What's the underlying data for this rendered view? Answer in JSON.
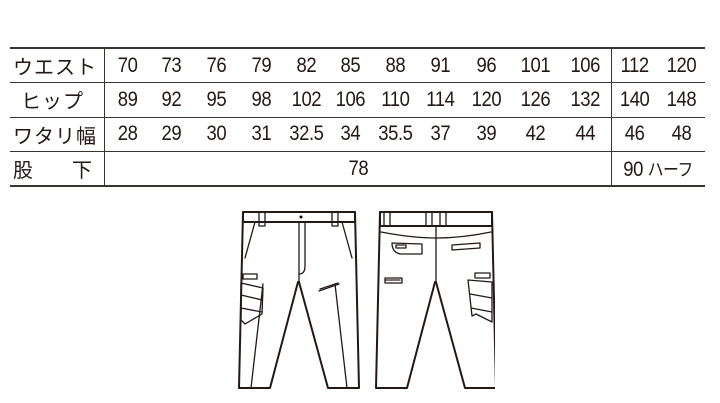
{
  "size_table": {
    "rows": [
      {
        "label": "ウエスト",
        "values": [
          "70",
          "73",
          "76",
          "79",
          "82",
          "85",
          "88",
          "91",
          "96",
          "101",
          "106"
        ],
        "extra_values": [
          "112",
          "120"
        ]
      },
      {
        "label": "ヒップ",
        "values": [
          "89",
          "92",
          "95",
          "98",
          "102",
          "106",
          "110",
          "114",
          "120",
          "126",
          "132"
        ],
        "extra_values": [
          "140",
          "148"
        ]
      },
      {
        "label": "ワタリ幅",
        "values": [
          "28",
          "29",
          "30",
          "31",
          "32.5",
          "34",
          "35.5",
          "37",
          "39",
          "42",
          "44"
        ],
        "extra_values": [
          "46",
          "48"
        ]
      },
      {
        "label_parts": [
          "股",
          "下"
        ],
        "span_value": "78",
        "extra_value": "90",
        "extra_suffix": "ハーフ"
      }
    ]
  },
  "illustrations": {
    "front": "pants-front-view",
    "back": "pants-back-view"
  }
}
